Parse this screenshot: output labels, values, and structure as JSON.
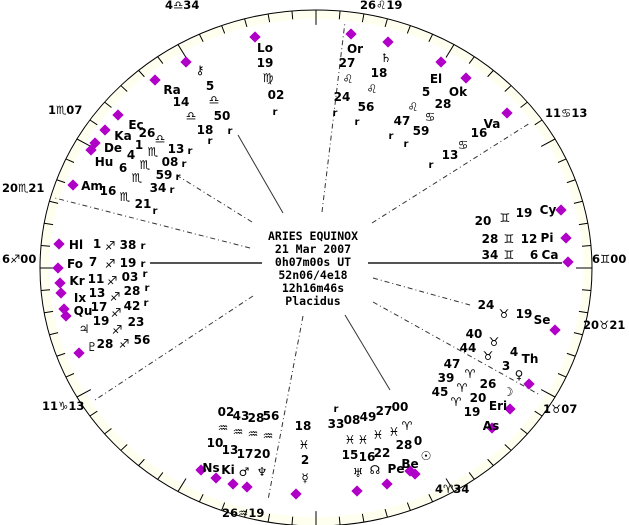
{
  "center_info": {
    "title": "ARIES EQUINOX",
    "date": "21 Mar 2007",
    "time": "0h07m00s UT",
    "location": "52n06/4e18",
    "sidereal_time": "12h16m46s",
    "house_system": "Placidus"
  },
  "colors": {
    "marker": "#b000c8",
    "ring": "#fffff0",
    "ink": "#000000"
  },
  "house_cusps": [
    {
      "label": "4♎34"
    },
    {
      "label": "26♌19"
    },
    {
      "label": "11♋13"
    },
    {
      "label": "6♊00"
    },
    {
      "label": "20♉21"
    },
    {
      "label": "1♉07"
    },
    {
      "label": "4♈34"
    },
    {
      "label": "26♒19"
    },
    {
      "label": "11♑13"
    },
    {
      "label": "6♐00"
    },
    {
      "label": "20♏21"
    },
    {
      "label": "1♏07"
    }
  ],
  "points": [
    {
      "label": "Lo",
      "deg": "19",
      "sign": "♍",
      "min": "02",
      "retro": "r"
    },
    {
      "label": "⚷",
      "deg": "5",
      "sign": "♎",
      "min": "50",
      "retro": "r"
    },
    {
      "label": "Ra",
      "deg": "14",
      "sign": "♎",
      "min": "18",
      "retro": "r"
    },
    {
      "label": "Ec",
      "deg": "26",
      "sign": "♎",
      "min": "13",
      "retro": "r"
    },
    {
      "label": "Ka",
      "deg": "1",
      "sign": "♏",
      "min": "08",
      "retro": "r"
    },
    {
      "label": "De",
      "deg": "4",
      "sign": "♏",
      "min": "59",
      "retro": "r"
    },
    {
      "label": "Hu",
      "deg": "6",
      "sign": "♏",
      "min": "34",
      "retro": "r"
    },
    {
      "label": "Am",
      "deg": "16",
      "sign": "♏",
      "min": "21",
      "retro": "r"
    },
    {
      "label": "Hl",
      "deg": "1",
      "sign": "♐",
      "min": "38",
      "retro": "r"
    },
    {
      "label": "Fo",
      "deg": "7",
      "sign": "♐",
      "min": "19",
      "retro": "r"
    },
    {
      "label": "Kr",
      "deg": "11",
      "sign": "♐",
      "min": "03",
      "retro": "r"
    },
    {
      "label": "Ix",
      "deg": "13",
      "sign": "♐",
      "min": "28",
      "retro": "r"
    },
    {
      "label": "Qu",
      "deg": "17",
      "sign": "♐",
      "min": "42",
      "retro": "r"
    },
    {
      "label": "♃",
      "deg": "19",
      "sign": "♐",
      "min": "23",
      "retro": ""
    },
    {
      "label": "♇",
      "deg": "28",
      "sign": "♐",
      "min": "56",
      "retro": ""
    },
    {
      "label": "Ns",
      "deg": "10",
      "sign": "♒",
      "min": "02",
      "retro": ""
    },
    {
      "label": "Ki",
      "deg": "13",
      "sign": "♒",
      "min": "43",
      "retro": ""
    },
    {
      "label": "♂",
      "deg": "17",
      "sign": "♒",
      "min": "28",
      "retro": ""
    },
    {
      "label": "♆",
      "deg": "20",
      "sign": "♒",
      "min": "56",
      "retro": ""
    },
    {
      "label": "☿",
      "deg": "2",
      "sign": "♓",
      "min": "18",
      "retro": ""
    },
    {
      "label": "♅",
      "deg": "15",
      "sign": "♓",
      "min": "33",
      "retro": "r"
    },
    {
      "label": "☊",
      "deg": "16",
      "sign": "♓",
      "min": "08",
      "retro": ""
    },
    {
      "label": "Pe",
      "deg": "22",
      "sign": "♓",
      "min": "49",
      "retro": ""
    },
    {
      "label": "Be",
      "deg": "28",
      "sign": "♓",
      "min": "27",
      "retro": ""
    },
    {
      "label": "☉",
      "deg": "0",
      "sign": "♈",
      "min": "00",
      "retro": ""
    },
    {
      "label": "As",
      "deg": "19",
      "sign": "♈",
      "min": "45",
      "retro": ""
    },
    {
      "label": "Eri",
      "deg": "20",
      "sign": "♈",
      "min": "39",
      "retro": ""
    },
    {
      "label": "☽",
      "deg": "26",
      "sign": "♈",
      "min": "47",
      "retro": ""
    },
    {
      "label": "♀",
      "deg": "3",
      "sign": "♉",
      "min": "44",
      "retro": ""
    },
    {
      "label": "Th",
      "deg": "4",
      "sign": "♉",
      "min": "40",
      "retro": ""
    },
    {
      "label": "Se",
      "deg": "19",
      "sign": "♉",
      "min": "24",
      "retro": ""
    },
    {
      "label": "Ca",
      "deg": "6",
      "sign": "♊",
      "min": "34",
      "retro": ""
    },
    {
      "label": "Pi",
      "deg": "12",
      "sign": "♊",
      "min": "28",
      "retro": ""
    },
    {
      "label": "Cy",
      "deg": "19",
      "sign": "♊",
      "min": "20",
      "retro": ""
    },
    {
      "label": "Va",
      "deg": "16",
      "sign": "♋",
      "min": "13",
      "retro": "r"
    },
    {
      "label": "Ok",
      "deg": "28",
      "sign": "♋",
      "min": "59",
      "retro": "r"
    },
    {
      "label": "El",
      "deg": "5",
      "sign": "♌",
      "min": "47",
      "retro": "r"
    },
    {
      "label": "♄",
      "deg": "18",
      "sign": "♌",
      "min": "56",
      "retro": "r"
    },
    {
      "label": "Or",
      "deg": "27",
      "sign": "♌",
      "min": "24",
      "retro": "r"
    }
  ]
}
